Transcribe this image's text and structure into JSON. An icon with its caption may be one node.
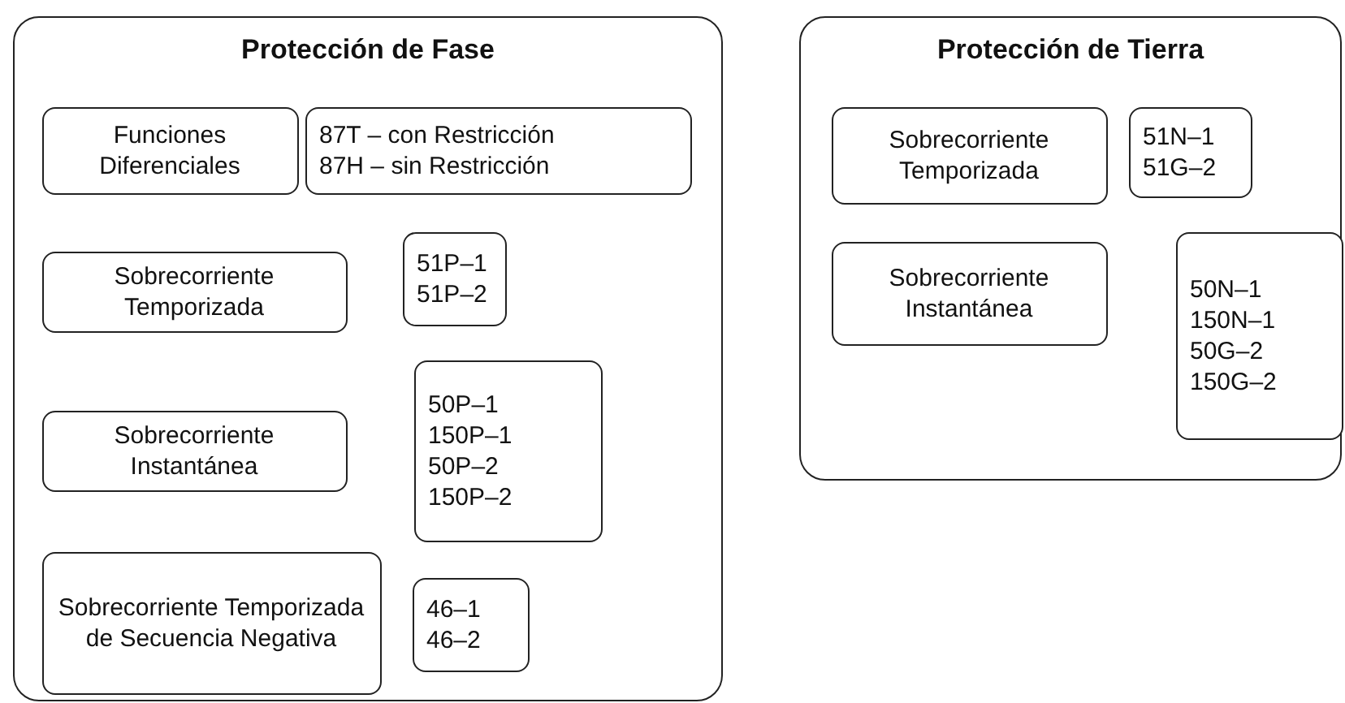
{
  "diagram": {
    "nodes": [
      {
        "text": [
          "Protección de Fase"
        ]
      },
      {
        "text": [
          "Funciones Diferenciales"
        ],
        "in": 0
      },
      {
        "text": [
          "87T – con Restricción",
          "87H – sin Restricción"
        ],
        "in": 0
      },
      {
        "text": [
          "Sobrecorriente Temporizada"
        ],
        "in": 0
      },
      {
        "text": [
          "51P–1",
          "51P–2"
        ],
        "in": 0
      },
      {
        "text": [
          "Sobrecorriente Instantánea"
        ],
        "in": 0
      },
      {
        "text": [
          "50P–1",
          "150P–1",
          "50P–2",
          "150P–2"
        ],
        "in": 0
      },
      {
        "text": [
          "Sobrecorriente Temporizada de Secuencia Negativa"
        ],
        "in": 0
      },
      {
        "text": [
          "46–1",
          "46–2"
        ],
        "in": 0
      },
      {
        "text": [
          "Protección de Tierra"
        ]
      },
      {
        "text": [
          "Sobrecorriente Temporizada"
        ],
        "in": 9
      },
      {
        "text": [
          "51N–1",
          "51G–2"
        ],
        "in": 9
      },
      {
        "text": [
          "Sobrecorriente Instantánea"
        ],
        "in": 9
      },
      {
        "text": [
          "50N–1",
          "150N–1",
          "50G–2",
          "150G–2"
        ],
        "in": 9
      }
    ]
  }
}
